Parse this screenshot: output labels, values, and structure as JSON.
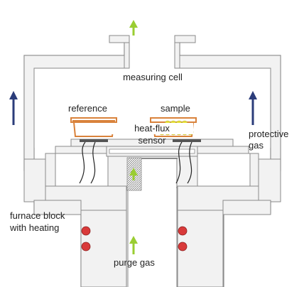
{
  "labels": {
    "measuring_cell": "measuring cell",
    "reference": "reference",
    "sample": "sample",
    "heat_flux_line1": "heat-flux",
    "heat_flux_line2": "sensor",
    "protective_line1": "protective",
    "protective_line2": "gas",
    "furnace_line1": "furnace block",
    "furnace_line2": "with heating",
    "purge_gas": "purge gas"
  },
  "colors": {
    "body_fill": "#f2f2f2",
    "outline": "#8a8a8a",
    "crucible": "#d9823b",
    "sample_beads": "#e6e03a",
    "heater": "#d93a3a",
    "purge_arrow": "#9acd32",
    "protective_arrow": "#2b3c7a"
  }
}
